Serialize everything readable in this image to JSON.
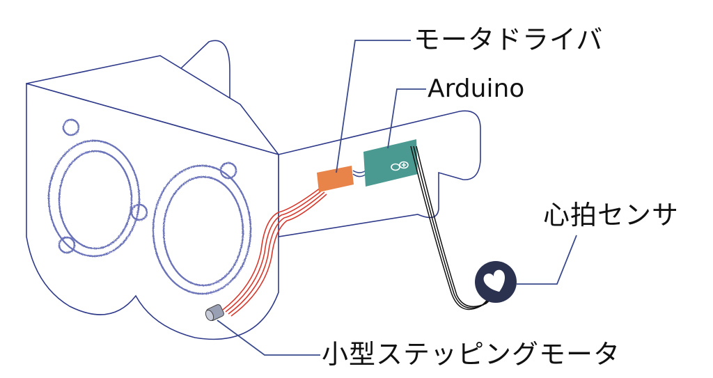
{
  "labels": {
    "motor_driver": "モータドライバ",
    "arduino": "Arduino",
    "heart_sensor": "心拍センサ",
    "stepping_motor": "小型ステッピングモータ"
  },
  "colors": {
    "outline": "#2f3a8a",
    "ring": "#6a72b8",
    "callout": "#3a4a8c",
    "motor_driver_board": "#e8834a",
    "arduino_board": "#4a9a92",
    "red_wires": "#d63a2e",
    "black_wires": "#111111",
    "sensor": "#2b3250"
  }
}
